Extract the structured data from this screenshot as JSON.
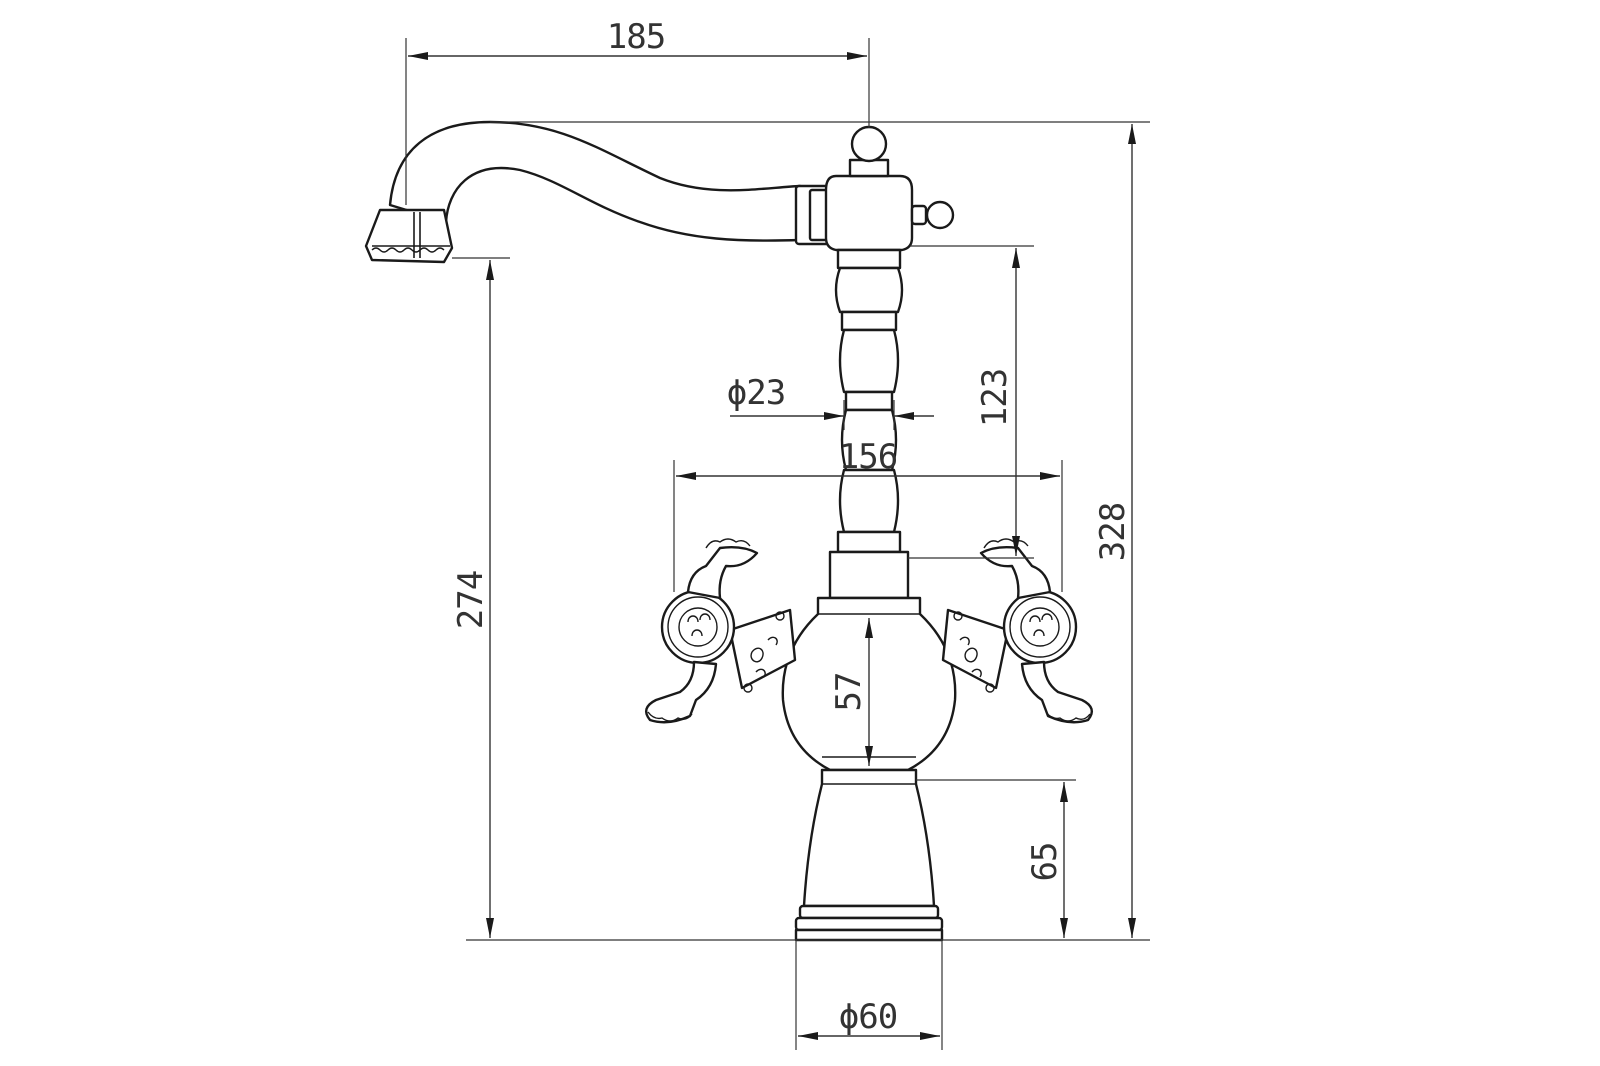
{
  "dimensions": {
    "spout_reach": "185",
    "total_height": "328",
    "spout_height": "274",
    "body_to_spout": "123",
    "column_diameter": "ϕ23",
    "handle_span": "156",
    "body_height": "57",
    "base_height": "65",
    "base_diameter": "ϕ60"
  },
  "colors": {
    "line": "#1a1a1a",
    "dimension": "#333333",
    "background": "#ffffff"
  }
}
